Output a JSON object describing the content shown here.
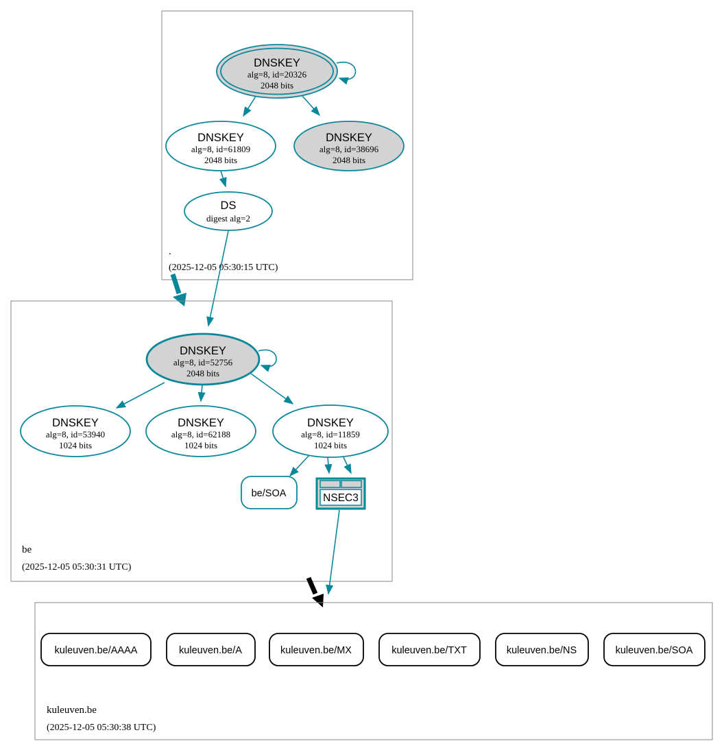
{
  "colors": {
    "secure_edge": "#0a879a",
    "insecure_edge": "#000000",
    "node_fill_gray": "#d3d3d3",
    "node_fill_white": "#ffffff",
    "zone_box_border": "#848484",
    "text": "#000000"
  },
  "zones": [
    {
      "label": ".",
      "timestamp": "(2025-12-05 05:30:15 UTC)"
    },
    {
      "label": "be",
      "timestamp": "(2025-12-05 05:30:31 UTC)"
    },
    {
      "label": "kuleuven.be",
      "timestamp": "(2025-12-05 05:30:38 UTC)"
    }
  ],
  "nodes": {
    "root_ksk": {
      "title": "DNSKEY",
      "detail": "alg=8, id=20326",
      "bits": "2048 bits"
    },
    "root_zsk": {
      "title": "DNSKEY",
      "detail": "alg=8, id=61809",
      "bits": "2048 bits"
    },
    "root_standby": {
      "title": "DNSKEY",
      "detail": "alg=8, id=38696",
      "bits": "2048 bits"
    },
    "root_ds": {
      "title": "DS",
      "detail": "digest alg=2"
    },
    "be_ksk": {
      "title": "DNSKEY",
      "detail": "alg=8, id=52756",
      "bits": "2048 bits"
    },
    "be_zsk1": {
      "title": "DNSKEY",
      "detail": "alg=8, id=53940",
      "bits": "1024 bits"
    },
    "be_zsk2": {
      "title": "DNSKEY",
      "detail": "alg=8, id=62188",
      "bits": "1024 bits"
    },
    "be_zsk3": {
      "title": "DNSKEY",
      "detail": "alg=8, id=11859",
      "bits": "1024 bits"
    },
    "be_soa": {
      "label": "be/SOA"
    },
    "be_nsec3": {
      "label": "NSEC3"
    }
  },
  "records": [
    {
      "label": "kuleuven.be/AAAA"
    },
    {
      "label": "kuleuven.be/A"
    },
    {
      "label": "kuleuven.be/MX"
    },
    {
      "label": "kuleuven.be/TXT"
    },
    {
      "label": "kuleuven.be/NS"
    },
    {
      "label": "kuleuven.be/SOA"
    }
  ]
}
